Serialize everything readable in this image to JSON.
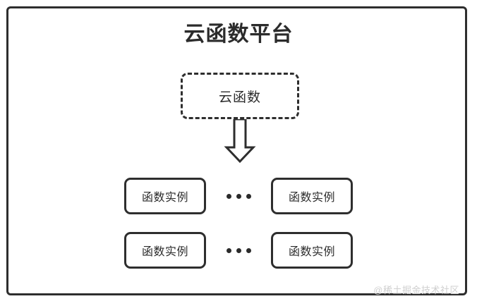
{
  "diagram": {
    "title": "云函数平台",
    "cloud_function": {
      "label": "云函数"
    },
    "arrow": {
      "icon": "down-block-arrow-icon"
    },
    "instance_rows": [
      {
        "left": {
          "label": "函数实例"
        },
        "separator": "…",
        "right": {
          "label": "函数实例"
        }
      },
      {
        "left": {
          "label": "函数实例"
        },
        "separator": "…",
        "right": {
          "label": "函数实例"
        }
      }
    ]
  },
  "watermark": {
    "text": "@稀土掘金技术社区"
  },
  "colors": {
    "stroke": "#2e2e2e",
    "text": "#2b2b2b",
    "background": "#ffffff",
    "watermark": "#cfcfcf"
  }
}
